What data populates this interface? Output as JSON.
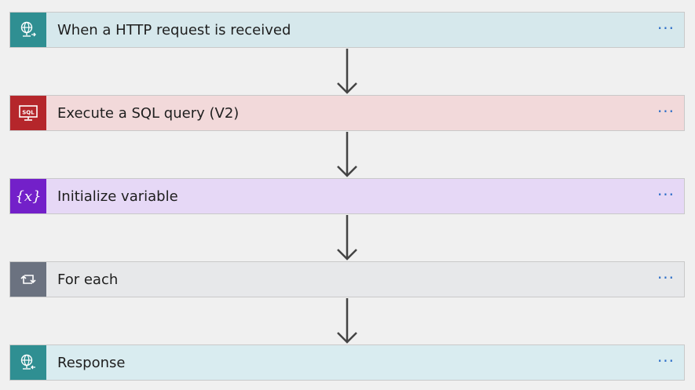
{
  "steps": [
    {
      "label": "When a HTTP request is received",
      "icon": "http-request-globe-icon",
      "icon_bg": "#2f8f92",
      "card_bg": "#d6e8ec",
      "more": "···"
    },
    {
      "label": "Execute a SQL query (V2)",
      "icon": "sql-server-icon",
      "icon_bg": "#b5262b",
      "card_bg": "#f2d9da",
      "icon_text": "SQL",
      "more": "···"
    },
    {
      "label": "Initialize variable",
      "icon": "variable-braces-icon",
      "icon_bg": "#7320c9",
      "card_bg": "#e6d8f6",
      "icon_text": "{x}",
      "more": "···"
    },
    {
      "label": "For each",
      "icon": "loop-icon",
      "icon_bg": "#6b7280",
      "card_bg": "#e7e8ea",
      "more": "···"
    },
    {
      "label": "Response",
      "icon": "http-response-globe-icon",
      "icon_bg": "#2f8f92",
      "card_bg": "#d9ecf0",
      "more": "···"
    }
  ]
}
